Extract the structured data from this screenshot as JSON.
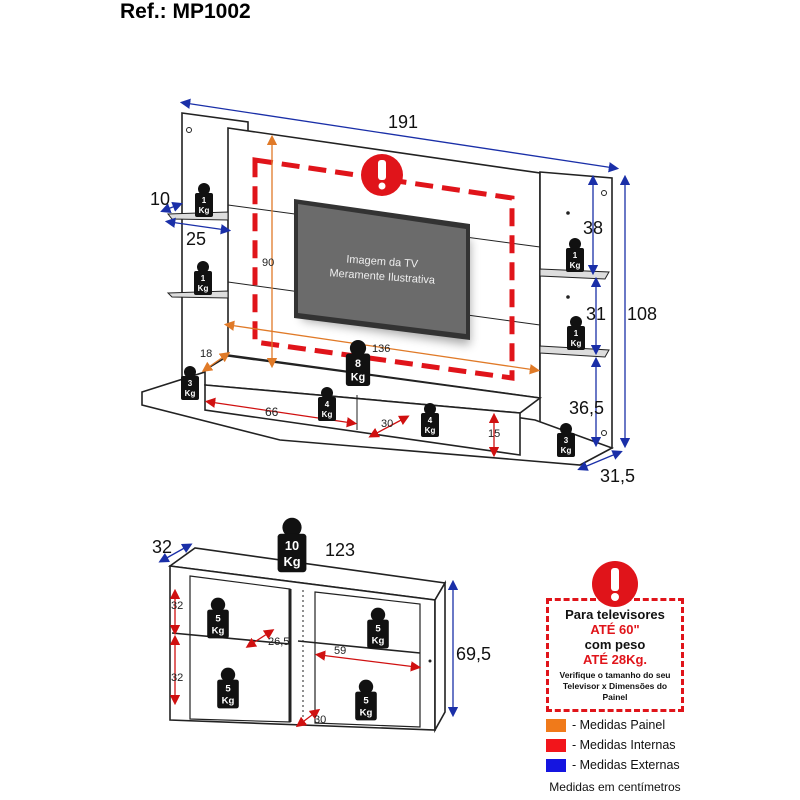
{
  "title": "Ref.: MP1002",
  "panel": {
    "tv_caption_1": "Imagem da TV",
    "tv_caption_2": "Meramente Ilustrativa",
    "dims": {
      "width": "191",
      "height": "108",
      "depth": "31,5",
      "shelf_depth": "10",
      "shelf_width": "25",
      "right_top": "38",
      "right_mid": "31",
      "right_bottom": "36,5",
      "inner_height": "90",
      "inner_width": "136",
      "rack_depth": "18",
      "niche_width": "66",
      "niche_depth": "30",
      "niche_height": "15"
    },
    "weights": [
      {
        "value": "1",
        "unit": "Kg"
      },
      {
        "value": "1",
        "unit": "Kg"
      },
      {
        "value": "3",
        "unit": "Kg"
      },
      {
        "value": "8",
        "unit": "Kg"
      },
      {
        "value": "4",
        "unit": "Kg"
      },
      {
        "value": "4",
        "unit": "Kg"
      },
      {
        "value": "1",
        "unit": "Kg"
      },
      {
        "value": "1",
        "unit": "Kg"
      },
      {
        "value": "3",
        "unit": "Kg"
      }
    ]
  },
  "cabinet": {
    "dims": {
      "depth": "32",
      "width": "123",
      "height": "69,5",
      "left_top": "32",
      "left_bottom": "32",
      "shelf_depth": "26,5",
      "niche_width": "59",
      "niche_depth": "30"
    },
    "weights": [
      {
        "value": "10",
        "unit": "Kg"
      },
      {
        "value": "5",
        "unit": "Kg"
      },
      {
        "value": "5",
        "unit": "Kg"
      },
      {
        "value": "5",
        "unit": "Kg"
      },
      {
        "value": "5",
        "unit": "Kg"
      }
    ]
  },
  "warning": {
    "line1": "Para televisores",
    "line2": "ATÉ 60\"",
    "line3": "com peso",
    "line4": "ATÉ 28Kg.",
    "line5": "Verifique o tamanho do seu Televisor x Dimensões do Painel"
  },
  "legend": {
    "items": [
      {
        "label": "- Medidas Painel",
        "color": "#f07a1a"
      },
      {
        "label": "- Medidas Internas",
        "color": "#f2151b"
      },
      {
        "label": "- Medidas Externas",
        "color": "#1515e0"
      }
    ],
    "note": "Medidas em centímetros"
  }
}
